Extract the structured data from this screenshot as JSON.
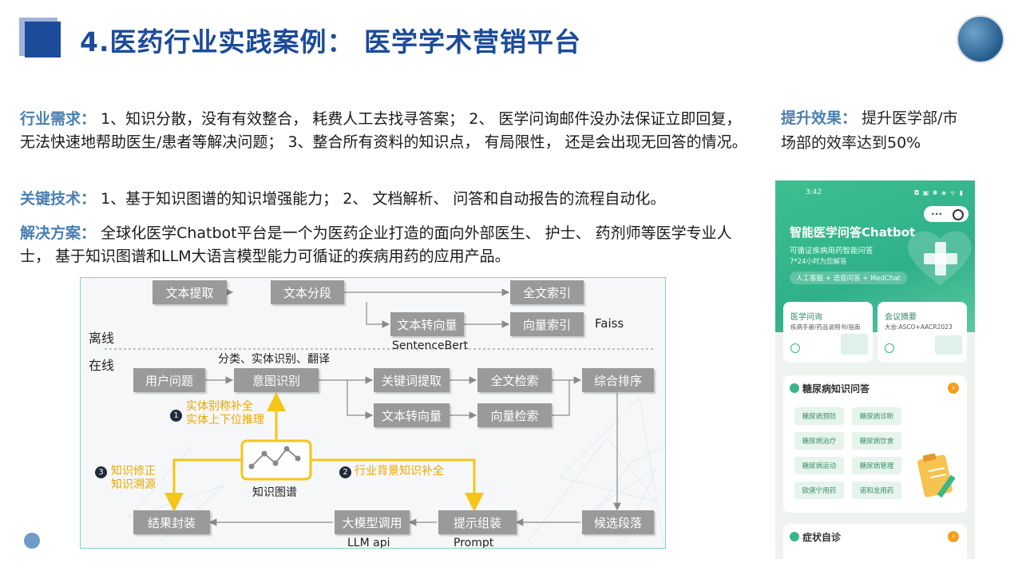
{
  "slide": {
    "title": "4.医药行业实践案例： 医学学术营销平台"
  },
  "need": {
    "label": "行业需求：",
    "text": "1、知识分散，没有有效整合， 耗费人工去找寻答案； 2、 医学问询邮件没办法保证立即回复， 无法快速地帮助医生/患者等解决问题； 3、整合所有资料的知识点， 有局限性， 还是会出现无回答的情况。"
  },
  "tech": {
    "label": "关键技术：",
    "text": "1、基于知识图谱的知识增强能力； 2、 文档解析、 问答和自动报告的流程自动化。"
  },
  "solution": {
    "label": "解决方案：",
    "text": "全球化医学Chatbot平台是一个为医药企业打造的面向外部医生、 护士、 药剂师等医学专业人士， 基于知识图谱和LLM大语言模型能力可循证的疾病用药的应用产品。"
  },
  "effect": {
    "label": "提升效果：",
    "text": "提升医学部/市场部的效率达到50%"
  },
  "diagram": {
    "offline_label": "离线",
    "online_label": "在线",
    "boxes": {
      "text_extract": "文本提取",
      "text_segment": "文本分段",
      "fulltext_index": "全文索引",
      "text_to_vector_off": "文本转向量",
      "vector_index": "向量索引",
      "user_question": "用户问题",
      "intent_recognition": "意图识别",
      "keyword_extract": "关键词提取",
      "fulltext_search": "全文检索",
      "overall_rank": "综合排序",
      "text_to_vector_on": "文本转向量",
      "vector_search": "向量检索",
      "result_wrap": "结果封装",
      "llm_call": "大模型调用",
      "prompt_assemble": "提示组装",
      "candidate_passages": "候选段落"
    },
    "faiss_label": "Faiss",
    "sentencebert_label": "SentenceBert",
    "intent_note": "分类、实体识别、翻译",
    "kg_label": "知识图谱",
    "step1_num": "1",
    "step1_line1": "实体别称补全",
    "step1_line2": "实体上下位推理",
    "step2_num": "2",
    "step2_text": "行业背景知识补全",
    "step3_num": "3",
    "step3_line1": "知识修正",
    "step3_line2": "知识溯源",
    "llm_api_label": "LLM api",
    "prompt_label": "Prompt",
    "colors": {
      "box": "#9a9a9a",
      "highlight": "#f5c518",
      "border": "#7fd6c2"
    }
  },
  "phone": {
    "time": "3:42",
    "status_icons": "◘ ▣ ✱ ◈ ᯤ ▮",
    "title": "智能医学问答Chatbot",
    "subtitle": "可循证疾病用药智能问答",
    "subtitle2": "7*24小时为您解答",
    "tag": "人工客服 + 语音问答 + MedChat",
    "card1": {
      "title": "医学问询",
      "sub": "疾病手册/药品说明书/指南"
    },
    "card2": {
      "title": "会议摘要",
      "sub": "大会:ASCO+AACR2023"
    },
    "section1": {
      "title": "糖尿病知识问答",
      "chips": [
        "糖尿病预防",
        "糖尿病诊断",
        "糖尿病治疗",
        "糖尿病饮食",
        "糖尿病运动",
        "糖尿病管理",
        "欧唐宁用药",
        "诺和龙用药"
      ]
    },
    "section2": {
      "title": "症状自诊"
    },
    "go_glyph": "›"
  }
}
